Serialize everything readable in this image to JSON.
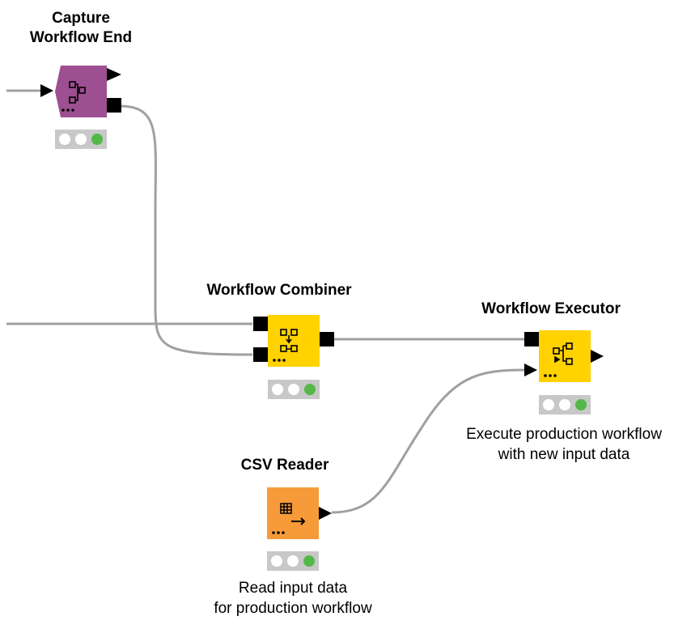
{
  "nodes": {
    "capture_end": {
      "title_line1": "Capture",
      "title_line2": "Workflow End",
      "color": "#9d4f91",
      "icon": "workflow-tree-icon",
      "status": "executed"
    },
    "combiner": {
      "title": "Workflow Combiner",
      "color": "#ffd200",
      "icon": "workflow-combine-icon",
      "status": "executed"
    },
    "executor": {
      "title": "Workflow Executor",
      "color": "#ffd200",
      "icon": "workflow-execute-icon",
      "status": "executed",
      "desc_line1": "Execute production workflow",
      "desc_line2": "with new input data"
    },
    "csv_reader": {
      "title": "CSV Reader",
      "color": "#f79a3a",
      "icon": "table-arrow-icon",
      "status": "executed",
      "desc_line1": "Read input data",
      "desc_line2": "for production workflow"
    }
  },
  "colors": {
    "connection": "#a0a0a0",
    "port": "#000000",
    "status_off": "#ffffff",
    "status_on": "#54b848",
    "status_bg": "#c8c8c8"
  }
}
